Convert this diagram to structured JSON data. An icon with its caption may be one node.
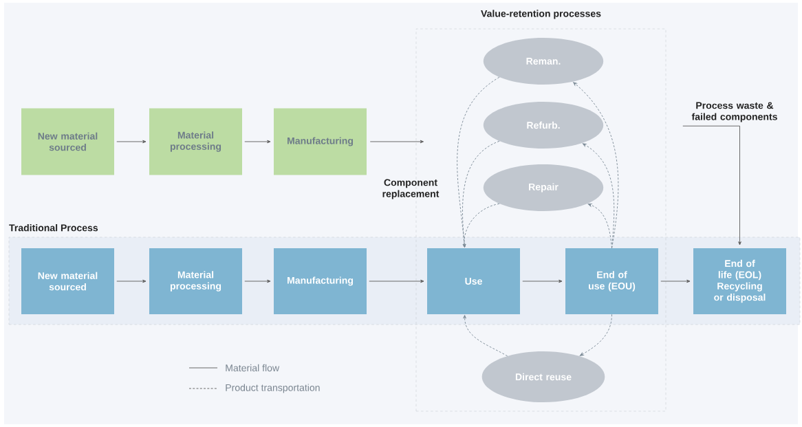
{
  "diagram": {
    "nodes": [
      {
        "text": [
          "Traditional Process"
        ]
      },
      {
        "text": [
          "Value-retention processes"
        ]
      },
      {
        "text": [
          "New material sourced"
        ]
      },
      {
        "text": [
          "Material processing"
        ]
      },
      {
        "text": [
          "Manufacturing"
        ]
      },
      {
        "text": [
          "New material sourced"
        ],
        "in": 0
      },
      {
        "text": [
          "Material processing"
        ],
        "in": 0
      },
      {
        "text": [
          "Manufacturing"
        ],
        "in": 0
      },
      {
        "text": [
          "Use"
        ]
      },
      {
        "text": [
          "End of use (EOU)"
        ]
      },
      {
        "text": [
          "End of life (EOL) Recycling or disposal"
        ],
        "in": 0
      },
      {
        "text": [
          "Reman."
        ],
        "in": 1
      },
      {
        "text": [
          "Refurb."
        ],
        "in": 1
      },
      {
        "text": [
          "Repair"
        ],
        "in": 1
      },
      {
        "text": [
          "Direct reuse"
        ],
        "in": 1
      },
      {
        "text": [
          "Process waste & failed components"
        ]
      }
    ],
    "edges": [
      {
        "from": 2,
        "to": 3,
        "arrow": "to"
      },
      {
        "from": 3,
        "to": 4,
        "arrow": "to"
      },
      {
        "from": 4,
        "to": 1,
        "arrow": "to"
      },
      {
        "from": 5,
        "to": 6,
        "arrow": "to"
      },
      {
        "from": 6,
        "to": 7,
        "arrow": "to"
      },
      {
        "from": 7,
        "to": 8,
        "arrow": "to"
      },
      {
        "from": 8,
        "to": 9,
        "arrow": "to"
      },
      {
        "from": 9,
        "to": 10,
        "arrow": "to"
      },
      {
        "from": 15,
        "to": 10,
        "arrow": "to"
      },
      {
        "from": 9,
        "to": 11,
        "arrow": "to",
        "style": "dashed",
        "color": "#7d8c98"
      },
      {
        "from": 9,
        "to": 12,
        "arrow": "to",
        "style": "dashed",
        "color": "#7d8c98"
      },
      {
        "from": 9,
        "to": 13,
        "arrow": "to",
        "style": "dashed",
        "color": "#7d8c98"
      },
      {
        "from": 11,
        "to": 8,
        "arrow": "to",
        "style": "dashed",
        "color": "#7d8c98"
      },
      {
        "from": 12,
        "to": 8,
        "arrow": "to",
        "style": "dashed",
        "color": "#7d8c98"
      },
      {
        "from": 13,
        "to": 8,
        "arrow": "to",
        "style": "dashed",
        "color": "#7d8c98"
      },
      {
        "from": 9,
        "to": 14,
        "arrow": "to",
        "style": "dashed",
        "color": "#7d8c98"
      },
      {
        "from": 14,
        "to": 8,
        "arrow": "to",
        "style": "dashed",
        "color": "#7d8c98"
      }
    ],
    "labels": [
      "Component replacement"
    ],
    "legend": [
      {
        "text": "Material flow"
      },
      {
        "text": "Product transportation"
      }
    ]
  }
}
